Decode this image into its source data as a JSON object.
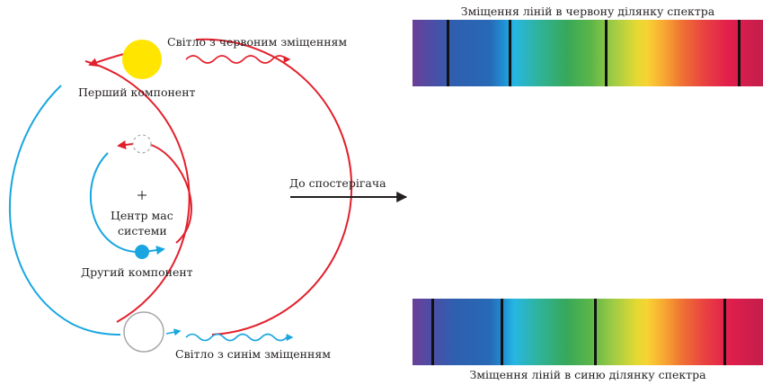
{
  "labels": {
    "red_light": "Світло з червоним зміщенням",
    "blue_light": "Світло з синім зміщенням",
    "first_component": "Перший компонент",
    "center_line1": "Центр мас",
    "center_line2": "системи",
    "second_component": "Другий компонент",
    "observer": "До спостерігача"
  },
  "spectra": {
    "red_caption": "Зміщення ліній в червону ділянку спектра",
    "blue_caption": "Зміщення ліній в синю ділянку спектра"
  },
  "colors": {
    "red": "#e2202c",
    "blue": "#19a6e0",
    "yellow": "#ffe500",
    "grey": "#a7a9ac",
    "black": "#231f20"
  },
  "icons": {
    "center_mark": "plus-icon",
    "observer_arrow": "arrow-right-icon"
  }
}
